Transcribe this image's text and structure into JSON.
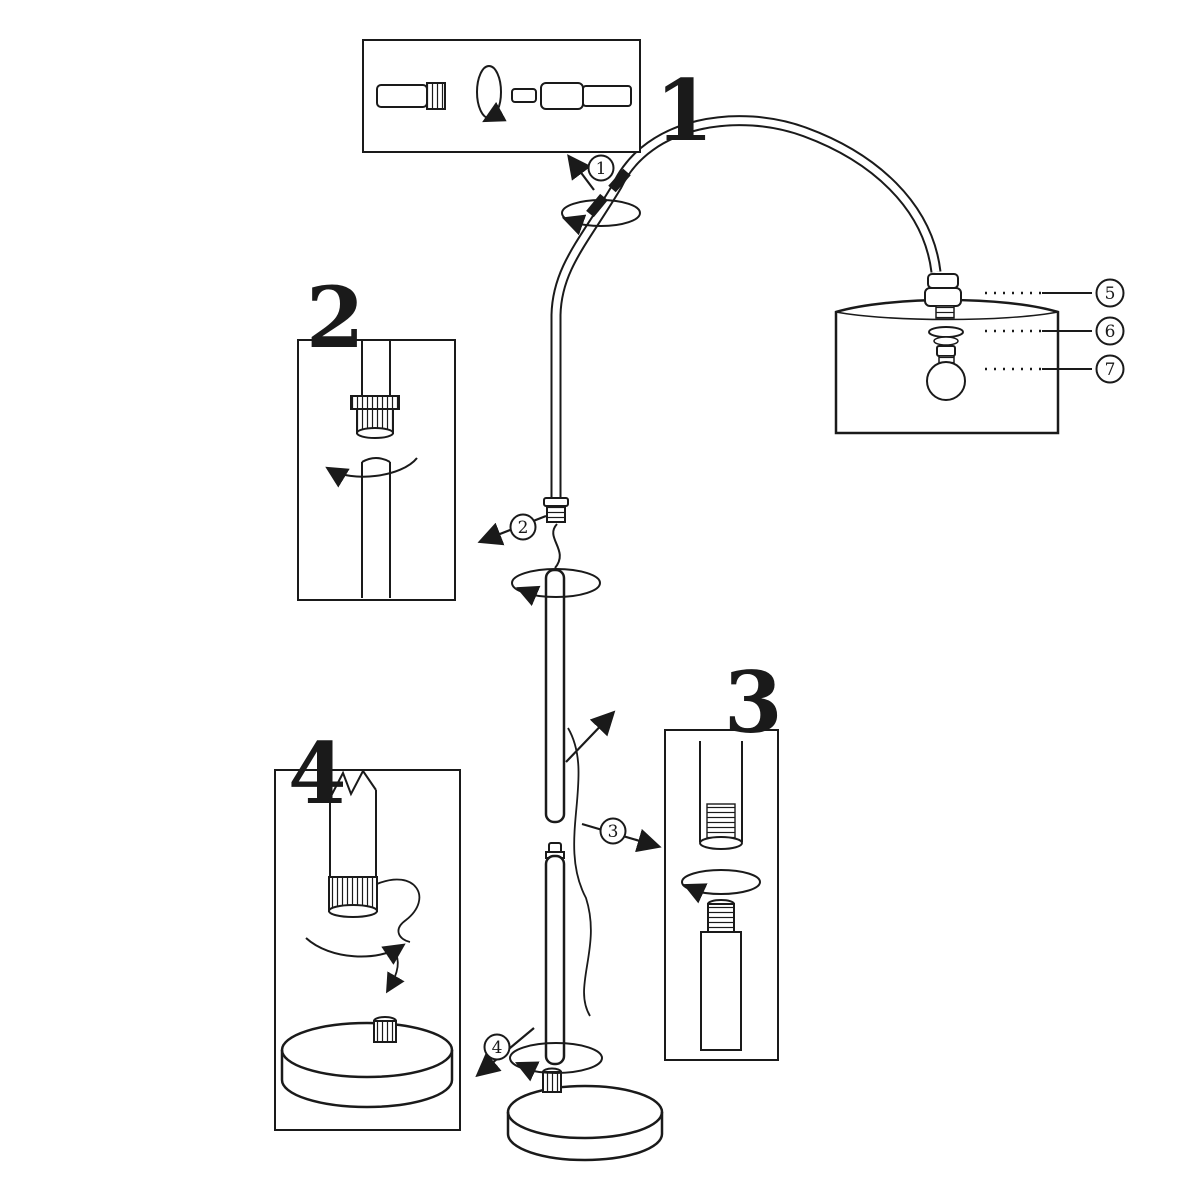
{
  "figure": {
    "type": "assembly-instruction-diagram",
    "subject": "arc floor lamp assembly steps",
    "background_color": "#ffffff",
    "line_color": "#1a1a1a"
  },
  "steps": [
    {
      "label": "1"
    },
    {
      "label": "2"
    },
    {
      "label": "3"
    },
    {
      "label": "4"
    }
  ],
  "callouts": [
    {
      "n": "1"
    },
    {
      "n": "2"
    },
    {
      "n": "3"
    },
    {
      "n": "4"
    },
    {
      "n": "5"
    },
    {
      "n": "6"
    },
    {
      "n": "7"
    }
  ]
}
